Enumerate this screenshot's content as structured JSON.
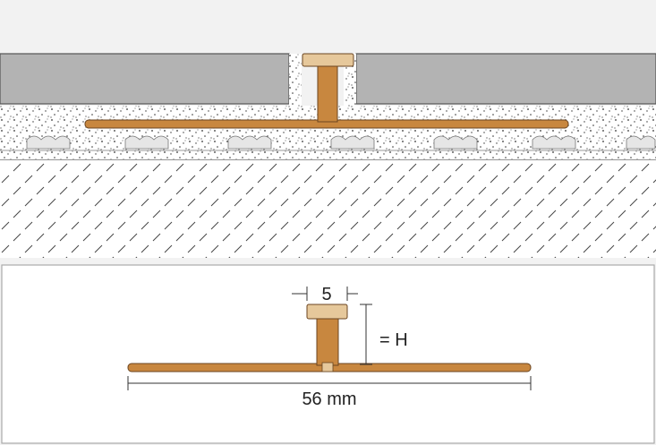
{
  "profile_detail": {
    "width_dimension": "5",
    "height_dimension": "= H",
    "length_dimension": "56 mm"
  },
  "colors": {
    "background": "#f2f2f2",
    "tile": "#b3b3b3",
    "tile_edge": "#555555",
    "profile": "#c8873f",
    "profile_cap": "#e6c89b",
    "mortar_dots": "#333333",
    "hatch": "#444444",
    "panel_border": "#aaaaaa"
  }
}
